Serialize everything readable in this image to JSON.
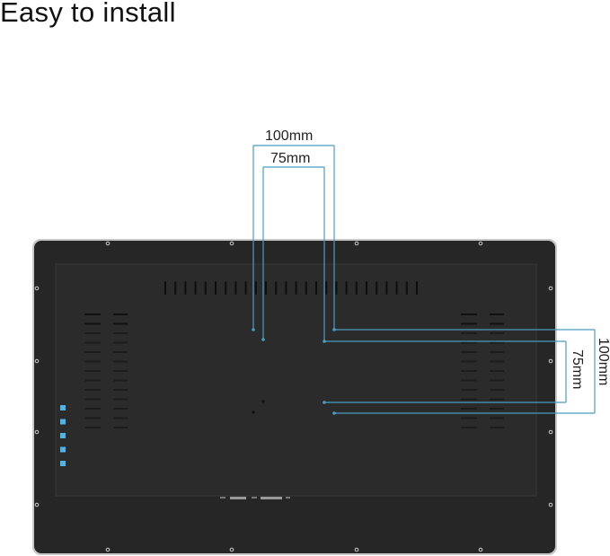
{
  "title": "Easy to install",
  "dimensions": {
    "outer_horizontal": "100mm",
    "inner_horizontal": "75mm",
    "inner_vertical": "75mm",
    "outer_vertical": "100mm"
  },
  "colors": {
    "body": "#262626",
    "dimension_line": "#4a9cc0",
    "indicator": "#4fb3e8"
  }
}
